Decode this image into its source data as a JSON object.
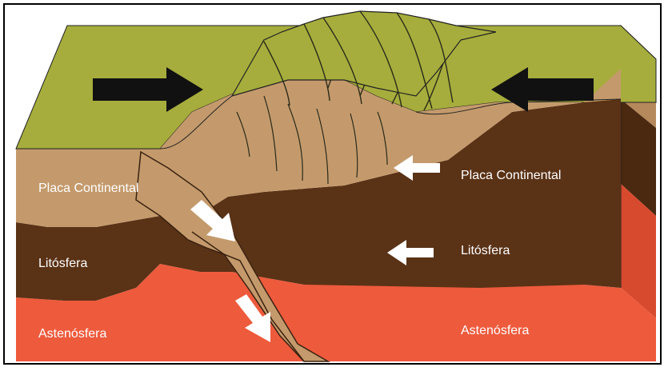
{
  "labels": {
    "left_top": "Placa Continental",
    "left_mid": "Litósfera",
    "left_bottom": "Astenósfera",
    "right_top": "Placa Continental",
    "right_mid": "Litósfera",
    "right_bottom": "Astenósfera"
  },
  "colors": {
    "surface_green": "#a6ad3c",
    "crust_tan": "#c49a6c",
    "lithosphere_brown": "#5a3216",
    "asthenosphere_red": "#ee5a3c",
    "front_face_shadow": "#8b8f2e",
    "arrow_black": "#111111",
    "arrow_white": "#ffffff"
  },
  "icons": [
    "arrow-right-icon",
    "arrow-left-icon",
    "arrow-down-right-icon",
    "arrow-left-white-icon"
  ]
}
